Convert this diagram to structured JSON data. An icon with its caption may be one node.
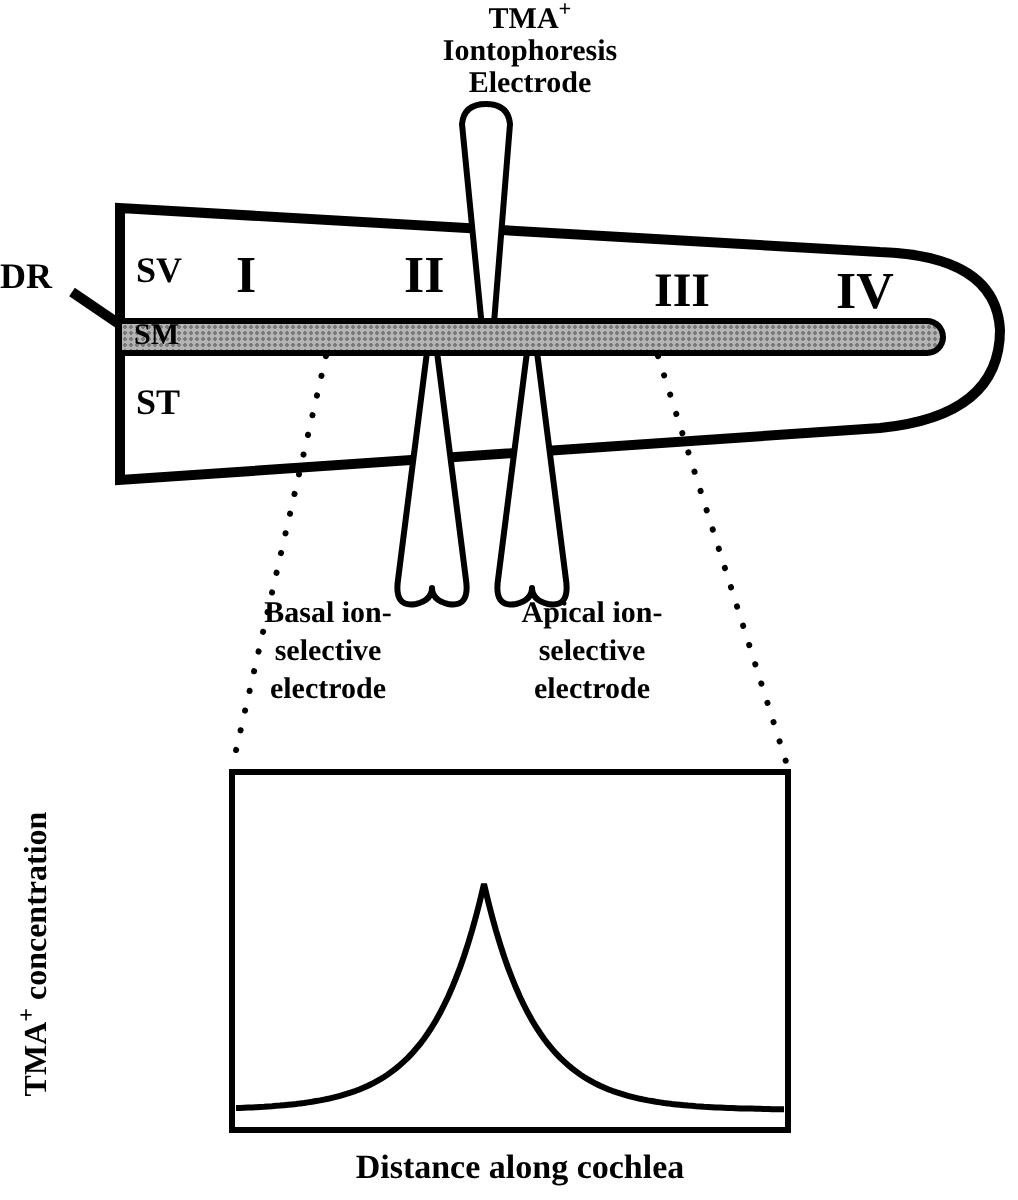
{
  "diagram": {
    "nodes": [
      {
        "text": [
          "DR"
        ]
      },
      {
        "text": [
          "SM"
        ]
      }
    ],
    "edges": [
      {
        "from": 0,
        "to": 1,
        "arrow": "none"
      }
    ],
    "labels": [
      "TMA$^{+}$ Iontophoresis Electrode",
      "SV",
      "I",
      "II",
      "III",
      "IV",
      "ST",
      "Basal ion-selective electrode",
      "Apical ion-selective electrode",
      "TMA$^{+}$ concentration",
      "Distance along cochlea"
    ]
  }
}
